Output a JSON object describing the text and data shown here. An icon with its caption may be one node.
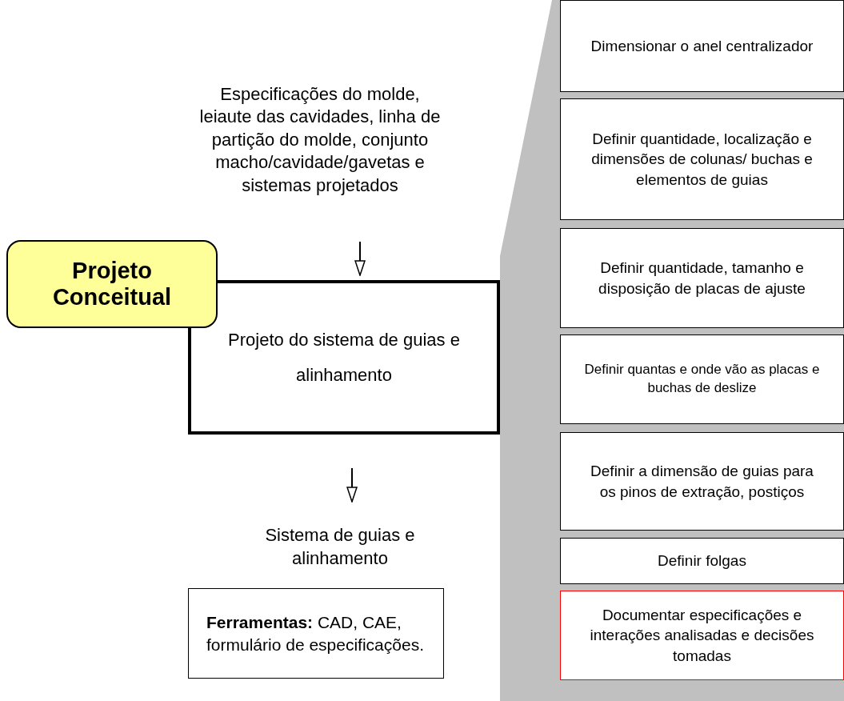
{
  "diagram": {
    "nodes": [
      {
        "text": [
          "Projeto Conceitual"
        ]
      },
      {
        "text": [
          "Especificações do molde, leiaute das cavidades, linha de partição do molde, conjunto macho/cavidade/gavetas e sistemas projetados"
        ]
      },
      {
        "text": [
          "Projeto do sistema de guias e alinhamento"
        ]
      },
      {
        "text": [
          "Sistema de guias e alinhamento"
        ]
      },
      {
        "text": [
          "**Ferramentas:** CAD, CAE, formulário de especificações."
        ]
      },
      {
        "text": [],
        "shape": "band"
      },
      {
        "text": [
          "Dimensionar o anel centralizador"
        ],
        "in": 5
      },
      {
        "text": [
          "Definir quantidade, localização  e dimensões de colunas/ buchas e elementos de guias"
        ],
        "in": 5
      },
      {
        "text": [
          "Definir quantidade, tamanho e disposição de placas de ajuste"
        ],
        "in": 5
      },
      {
        "text": [
          "Definir quantas e onde vão as placas e buchas de deslize"
        ],
        "in": 5
      },
      {
        "text": [
          "Definir a dimensão de guias para os  pinos de extração, postiços"
        ],
        "in": 5
      },
      {
        "text": [
          "Definir folgas"
        ],
        "in": 5
      },
      {
        "text": [
          "Documentar especificações e interações analisadas e decisões tomadas"
        ],
        "in": 5
      }
    ],
    "edges": [
      {
        "from": 1,
        "to": 2,
        "arrow": "to"
      },
      {
        "from": 2,
        "to": 3,
        "arrow": "to"
      }
    ]
  }
}
